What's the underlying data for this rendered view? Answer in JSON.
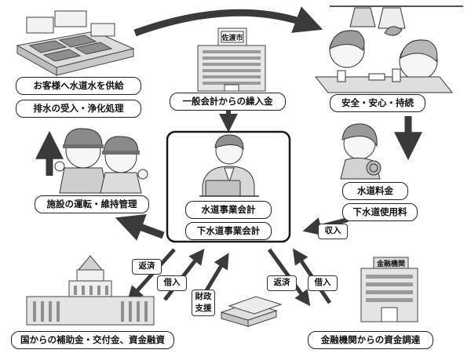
{
  "labels": {
    "supply": "お客様へ水道水を供給",
    "sewage": "排水の受入・浄化処理",
    "transfer": "一般会計からの繰入金",
    "safety": "安全・安心・持続",
    "operation": "施設の運転・維持管理",
    "water_utility": "水道事業会計",
    "sewer_utility": "下水道事業会計",
    "water_fee": "水道料金",
    "sewer_fee": "下水道使用料",
    "national": "国からの補助金・交付金、資金融資",
    "bank_funding": "金融機関からの資金調達"
  },
  "tags": {
    "income": "収入",
    "repay_left": "返済",
    "borrow_left": "借入",
    "fiscal_support": "財政\n支援",
    "repay_right": "返済",
    "borrow_right": "借入"
  },
  "signs": {
    "city": "佐渡市",
    "bank": "金融機関"
  },
  "colors": {
    "arrow": "#3a3a3a",
    "stroke": "#222222",
    "building": "#e6e6e6"
  }
}
